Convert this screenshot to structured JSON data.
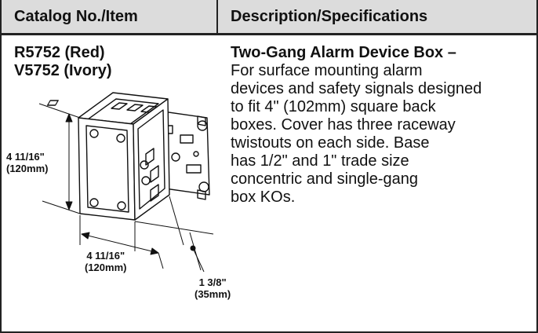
{
  "header": {
    "catalog_label": "Catalog No./Item",
    "description_label": "Description/Specifications"
  },
  "catalog": {
    "item_red": "R5752 (Red)",
    "item_ivory": "V5752 (Ivory)"
  },
  "description": {
    "title": "Two-Gang Alarm Device Box –",
    "lines": [
      "For surface mounting alarm",
      "devices and safety signals designed",
      "to fit 4\" (102mm) square back",
      "boxes. Cover has three raceway",
      "twistouts on each side. Base",
      "has 1/2\" and 1\" trade size",
      "concentric and single-gang",
      "box KOs."
    ]
  },
  "dimensions": {
    "height_in": "4 11/16\"",
    "height_mm": "(120mm)",
    "width_in": "4 11/16\"",
    "width_mm": "(120mm)",
    "depth_in": "1 3/8\"",
    "depth_mm": "(35mm)"
  }
}
